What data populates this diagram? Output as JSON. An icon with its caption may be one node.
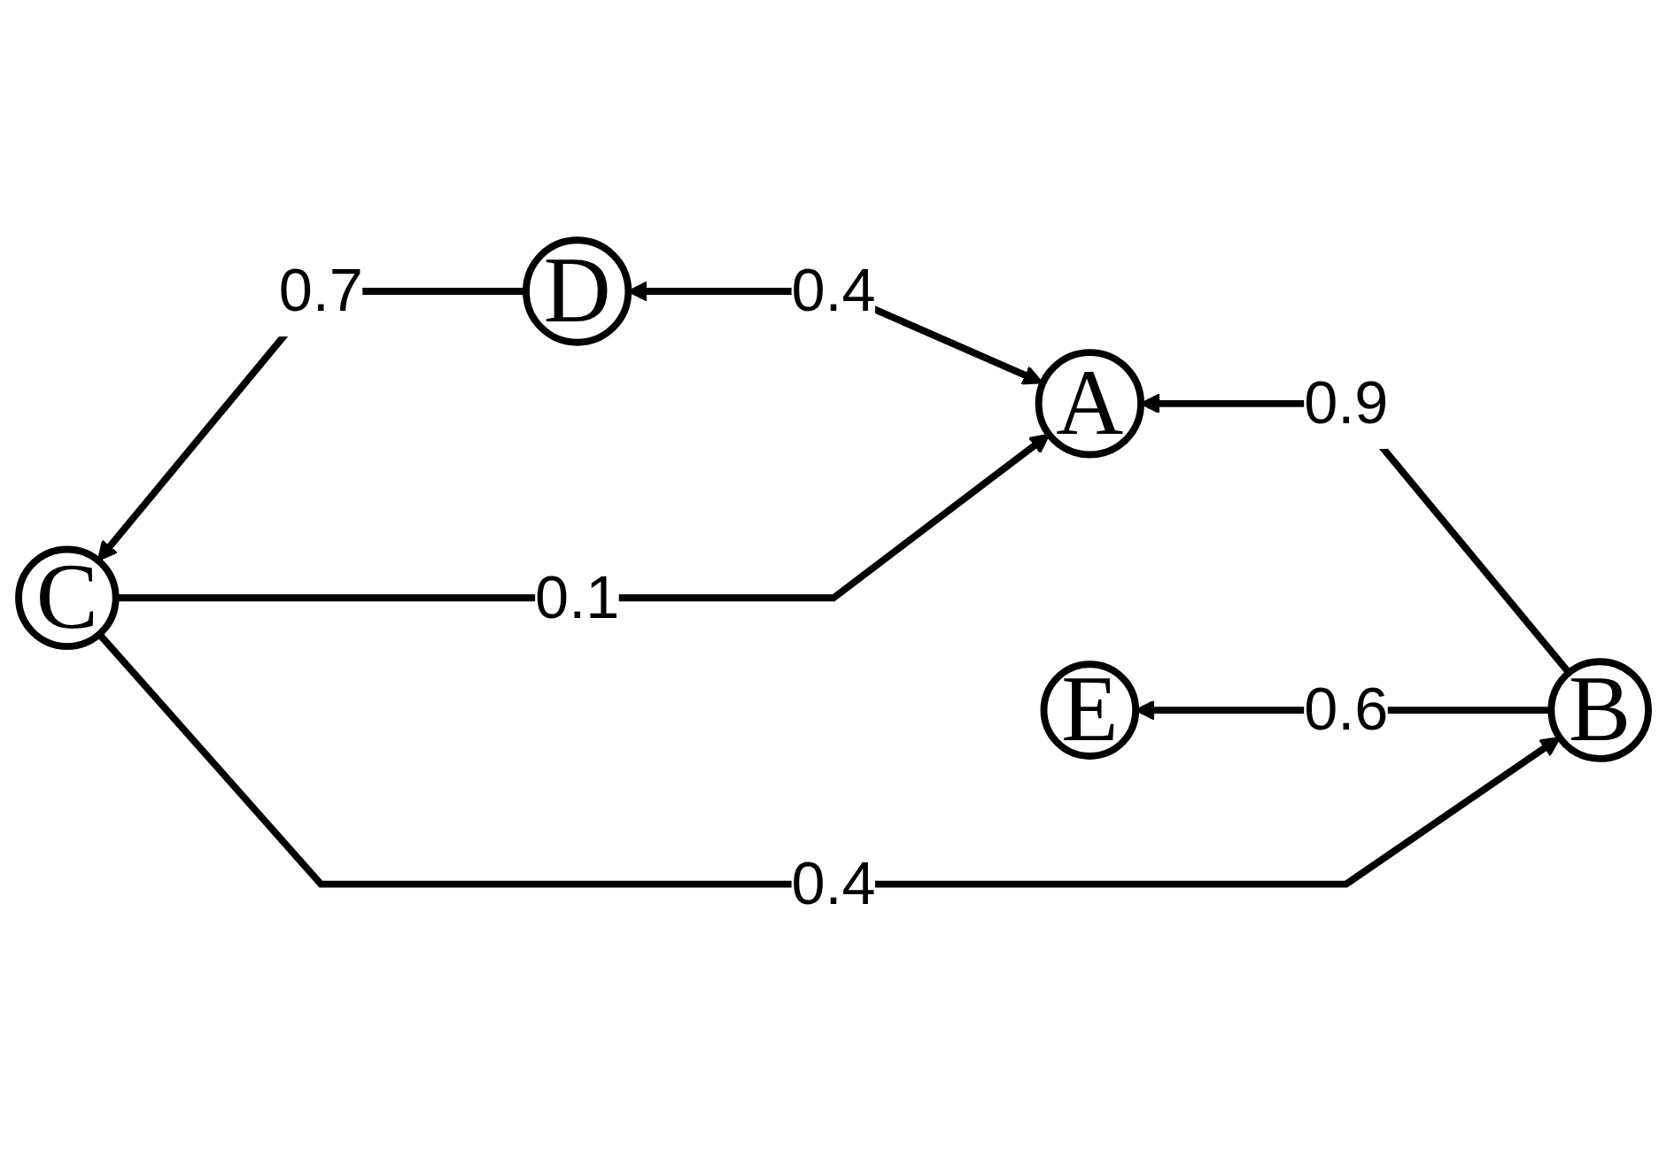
{
  "diagram": {
    "nodes": [
      {
        "text": [
          "B"
        ]
      },
      {
        "text": [
          "C"
        ]
      },
      {
        "text": [
          "A"
        ]
      },
      {
        "text": [
          "D"
        ]
      },
      {
        "text": [
          "E"
        ]
      }
    ],
    "edges": [
      {
        "from": 0,
        "to": 2,
        "arrow": "to",
        "label": "0.9"
      },
      {
        "from": 1,
        "to": 0,
        "arrow": "to",
        "label": "0.4"
      },
      {
        "from": 1,
        "to": 2,
        "arrow": "to",
        "label": "0.1"
      },
      {
        "from": 2,
        "to": 3,
        "arrow": "both",
        "label": "0.4"
      },
      {
        "from": 3,
        "to": 1,
        "arrow": "to",
        "label": "0.7"
      },
      {
        "from": 0,
        "to": 4,
        "arrow": "to",
        "label": "0.6"
      }
    ]
  }
}
